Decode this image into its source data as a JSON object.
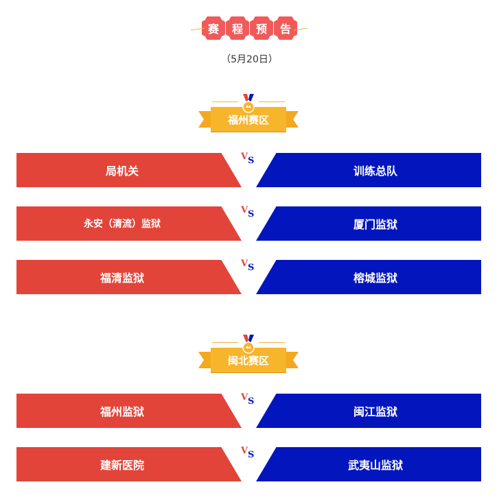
{
  "header": {
    "title_chars": [
      "赛",
      "程",
      "预",
      "告"
    ],
    "date": "（5月20日）"
  },
  "zones": [
    {
      "name": "福州赛区",
      "matches": [
        {
          "left": "局机关",
          "right": "训练总队",
          "vs_v": "V",
          "vs_s": "S"
        },
        {
          "left": "永安（清流）监狱",
          "right": "厦门监狱",
          "vs_v": "V",
          "vs_s": "S"
        },
        {
          "left": "福清监狱",
          "right": "榕城监狱",
          "vs_v": "V",
          "vs_s": "S"
        }
      ]
    },
    {
      "name": "闽北赛区",
      "matches": [
        {
          "left": "福州监狱",
          "right": "闽江监狱",
          "vs_v": "V",
          "vs_s": "S"
        },
        {
          "left": "建新医院",
          "right": "武夷山监狱",
          "vs_v": "V",
          "vs_s": "S"
        }
      ]
    }
  ],
  "colors": {
    "red": "#e2443a",
    "blue": "#0316bd",
    "gold": "#f7b52c",
    "badge": "#f05a5a"
  },
  "icons": {
    "medal": "medal-icon",
    "ribbon": "ribbon-icon"
  }
}
